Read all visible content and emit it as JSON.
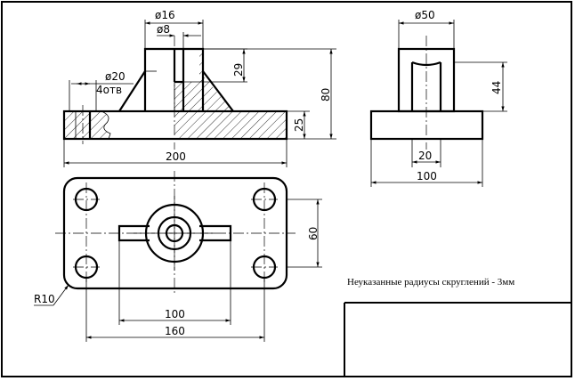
{
  "front_view": {
    "dims": {
      "d16": "ø16",
      "d8": "ø8",
      "h29": "29",
      "h80": "80",
      "d20": "ø20",
      "holes": "4отв",
      "h25": "25",
      "w200": "200"
    }
  },
  "side_view": {
    "dims": {
      "d50": "ø50",
      "h44": "44",
      "w20": "20",
      "w100": "100"
    }
  },
  "top_view": {
    "dims": {
      "h60": "60",
      "r10": "R10",
      "w100": "100",
      "w160": "160"
    }
  },
  "note": "Неуказанные радиусы скруглений - 3мм"
}
